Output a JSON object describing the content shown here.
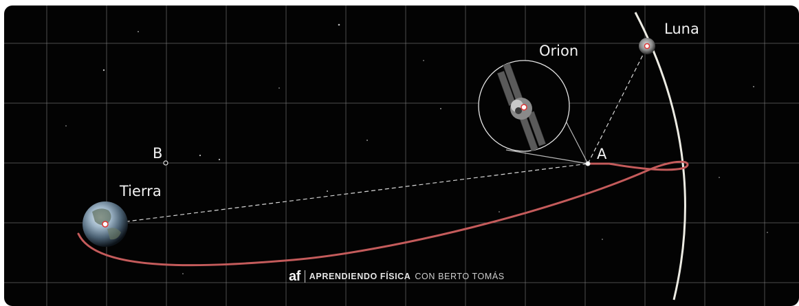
{
  "labels": {
    "earth": "Tierra",
    "moon": "Luna",
    "spacecraft": "Orion",
    "point_a": "A",
    "point_b": "B"
  },
  "footer": {
    "logo": "af",
    "brand": "APRENDIENDO FÍSICA",
    "byline": "CON BERTO TOMÁS"
  },
  "colors": {
    "background": "#030303",
    "grid": "#8a8a8a",
    "trajectory": "#c45b5b",
    "moon_orbit": "#ecebe3",
    "guide_lines": "#d8d8d8"
  },
  "icons": [
    "earth-icon",
    "moon-icon",
    "orion-spacecraft-icon"
  ]
}
